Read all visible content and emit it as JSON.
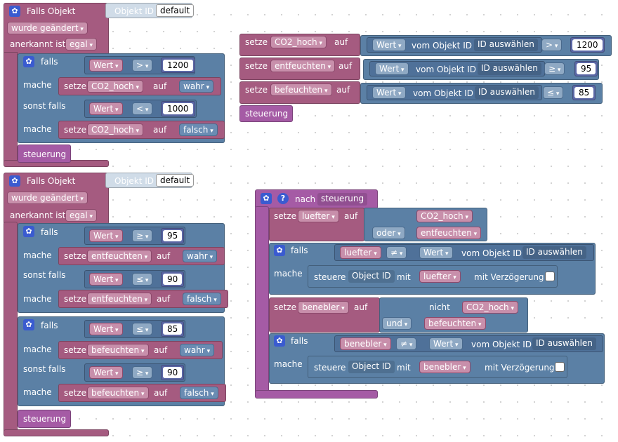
{
  "trigger1": {
    "title": "Falls Objekt",
    "obj_label": "Objekt ID",
    "obj_value": "default",
    "changed": "wurde geändert",
    "ack_label": "anerkannt ist",
    "ack_value": "egal",
    "if_label": "falls",
    "do_label": "mache",
    "elseif_label": "sonst falls",
    "set_label": "setze",
    "to_label": "auf",
    "cond1": {
      "field": "Wert",
      "op": ">",
      "num": "1200"
    },
    "set1": {
      "var": "CO2_hoch",
      "val": "wahr"
    },
    "cond2": {
      "field": "Wert",
      "op": "<",
      "num": "1000"
    },
    "set2": {
      "var": "CO2_hoch",
      "val": "falsch"
    },
    "call": "steuerung"
  },
  "trigger2": {
    "title": "Falls Objekt",
    "obj_label": "Objekt ID",
    "obj_value": "default",
    "changed": "wurde geändert",
    "ack_label": "anerkannt ist",
    "ack_value": "egal",
    "if_label": "falls",
    "do_label": "mache",
    "elseif_label": "sonst falls",
    "set_label": "setze",
    "to_label": "auf",
    "a_cond1": {
      "field": "Wert",
      "op": "≥",
      "num": "95"
    },
    "a_set1": {
      "var": "entfeuchten",
      "val": "wahr"
    },
    "a_cond2": {
      "field": "Wert",
      "op": "≤",
      "num": "90"
    },
    "a_set2": {
      "var": "entfeuchten",
      "val": "falsch"
    },
    "b_cond1": {
      "field": "Wert",
      "op": "≤",
      "num": "85"
    },
    "b_set1": {
      "var": "befeuchten",
      "val": "wahr"
    },
    "b_cond2": {
      "field": "Wert",
      "op": "≥",
      "num": "90"
    },
    "b_set2": {
      "var": "befeuchten",
      "val": "falsch"
    },
    "call": "steuerung"
  },
  "init": {
    "set_label": "setze",
    "to_label": "auf",
    "from_obj": "vom Objekt ID",
    "id_select": "ID auswählen",
    "field": "Wert",
    "rows": [
      {
        "var": "CO2_hoch",
        "op": ">",
        "num": "1200"
      },
      {
        "var": "entfeuchten",
        "op": "≥",
        "num": "95"
      },
      {
        "var": "befeuchten",
        "op": "≤",
        "num": "85"
      }
    ],
    "call": "steuerung"
  },
  "func": {
    "to_label": "nach",
    "name": "steuerung",
    "set_label": "setze",
    "auf": "auf",
    "or_label": "oder",
    "and_label": "und",
    "not_label": "nicht",
    "luefter": "luefter",
    "co2": "CO2_hoch",
    "entfeuchten": "entfeuchten",
    "benebler": "benebler",
    "befeuchten": "befeuchten",
    "if_label": "falls",
    "do_label": "mache",
    "neq": "≠",
    "field": "Wert",
    "from_obj": "vom Objekt ID",
    "id_select": "ID auswählen",
    "control": "steuere",
    "object_id": "Object ID",
    "with": "mit",
    "delay": "mit Verzögerung"
  }
}
